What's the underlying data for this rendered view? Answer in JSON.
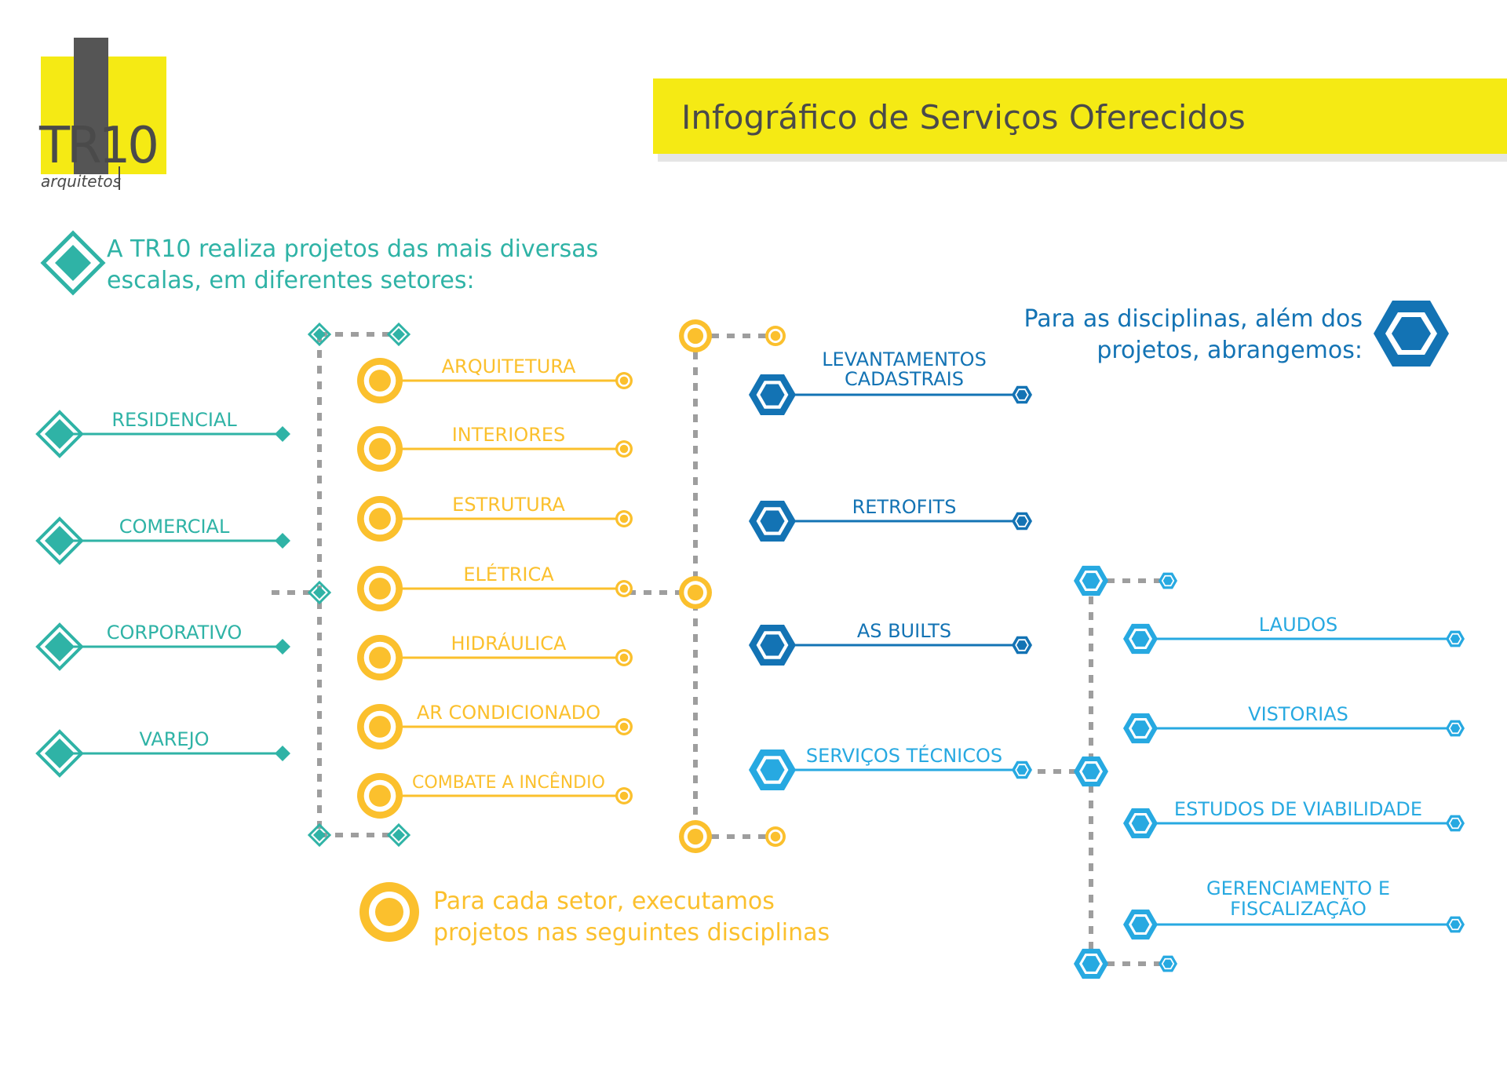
{
  "logo": {
    "mark": "TR10",
    "sub": "arquitetos"
  },
  "header": {
    "title": "Infográfico de Serviços Oferecidos"
  },
  "colors": {
    "teal": "#2fb3a6",
    "yellow": "#fbc02d",
    "dark_blue": "#1373b4",
    "light_blue": "#27a9e1",
    "gray": "#9e9e9e",
    "banner": "#f5ea14"
  },
  "intro": {
    "line1": "A TR10 realiza projetos das mais diversas",
    "line2": "escalas, em diferentes setores:"
  },
  "sectors": [
    "RESIDENCIAL",
    "COMERCIAL",
    "CORPORATIVO",
    "VAREJO"
  ],
  "disciplines": [
    "ARQUITETURA",
    "INTERIORES",
    "ESTRUTURA",
    "ELÉTRICA",
    "HIDRÁULICA",
    "AR CONDICIONADO",
    "COMBATE A INCÊNDIO"
  ],
  "disciplines_note": {
    "line1": "Para cada setor, executamos",
    "line2": "projetos nas seguintes disciplinas"
  },
  "extra_note": {
    "line1": "Para as disciplinas, além dos",
    "line2": "projetos, abrangemos:"
  },
  "extras": [
    {
      "line1": "LEVANTAMENTOS",
      "line2": "CADASTRAIS"
    },
    {
      "line1": "RETROFITS"
    },
    {
      "line1": "AS BUILTS"
    },
    {
      "line1": "SERVIÇOS TÉCNICOS"
    }
  ],
  "technical": [
    {
      "line1": "LAUDOS"
    },
    {
      "line1": "VISTORIAS"
    },
    {
      "line1": "ESTUDOS DE VIABILIDADE"
    },
    {
      "line1": "GERENCIAMENTO E",
      "line2": "FISCALIZAÇÃO"
    }
  ]
}
